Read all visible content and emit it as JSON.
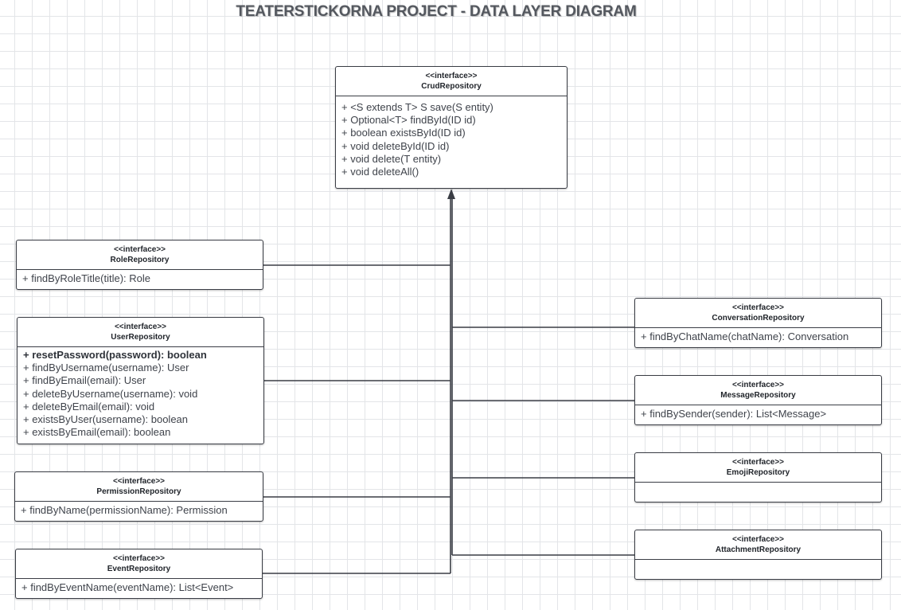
{
  "diagram": {
    "title": "TEATERSTICKORNA PROJECT - DATA LAYER DIAGRAM",
    "stereotype": "<<interface>>",
    "colors": {
      "line": "#3a3d45",
      "grid": "#e3e5e8",
      "text": "#3f434b"
    }
  },
  "interfaces": {
    "crud": {
      "name": "CrudRepository",
      "operations": [
        "+  <S extends T> S save(S entity)",
        "+ Optional<T> findById(ID id)",
        "+ boolean existsById(ID id)",
        "+ void deleteById(ID id)",
        "+ void delete(T entity)",
        "+ void deleteAll()"
      ]
    },
    "role": {
      "name": "RoleRepository",
      "operations": [
        "+  findByRoleTitle(title):  Role"
      ]
    },
    "user": {
      "name": "UserRepository",
      "operations": [
        "+  resetPassword(password): boolean",
        "+ findByUsername(username): User",
        "+ findByEmail(email): User",
        "+ deleteByUsername(username): void",
        "+ deleteByEmail(email): void",
        "+ existsByUser(username): boolean",
        "+ existsByEmail(email): boolean"
      ]
    },
    "permission": {
      "name": "PermissionRepository",
      "operations": [
        "+ findByName(permissionName): Permission"
      ]
    },
    "event": {
      "name": "EventRepository",
      "operations": [
        "+ findByEventName(eventName):  List<Event>"
      ]
    },
    "conversation": {
      "name": "ConversationRepository",
      "operations": [
        "+ findByChatName(chatName): Conversation"
      ]
    },
    "message": {
      "name": "MessageRepository",
      "operations": [
        "+ findBySender(sender): List<Message>"
      ]
    },
    "emoji": {
      "name": "EmojiRepository",
      "operations": []
    },
    "attachment": {
      "name": "AttachmentRepository",
      "operations": []
    }
  }
}
